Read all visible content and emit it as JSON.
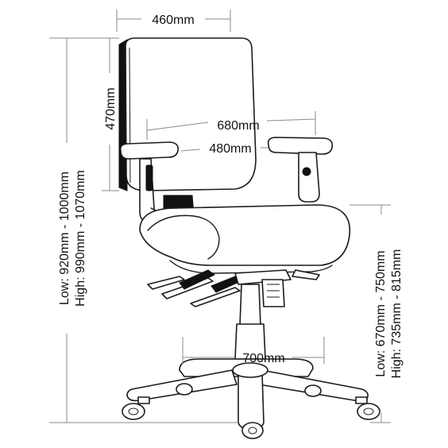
{
  "dimensions": {
    "backrest_width": "460mm",
    "backrest_height": "470mm",
    "arm_span": "680mm",
    "seat_width": "480mm",
    "base_diameter": "700mm",
    "overall_height_low": "Low: 920mm - 1000mm",
    "overall_height_high": "High: 990mm - 1070mm",
    "seat_height_low": "Low: 670mm - 750mm",
    "seat_height_high": "High: 735mm - 815mm"
  },
  "colors": {
    "line": "#1b1b1b",
    "dimension": "#8a8a8a",
    "text": "#111111"
  }
}
